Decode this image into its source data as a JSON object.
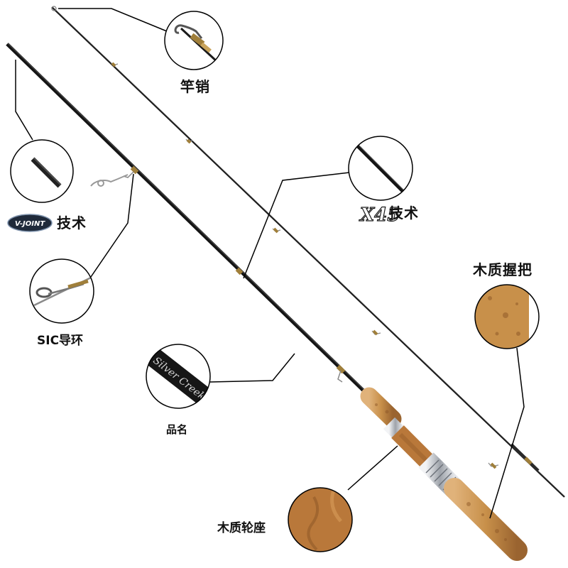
{
  "labels": {
    "rod_tip": "竿销",
    "vjoint_tech": "技术",
    "vjoint_logo": "V-JOINT",
    "x45_tech": "技术",
    "x45_logo": "X45",
    "sic_guide": "SIC导环",
    "product_name": "品名",
    "product_script": "Silver Creek",
    "wood_reel_seat": "木质轮座",
    "wood_grip": "木质握把"
  },
  "colors": {
    "blank": "#1a1a1a",
    "cork": "#c8904a",
    "cork_dark": "#8a5424",
    "metal": "#b8bcc2",
    "gold": "#a07f3a",
    "callout": "#000000"
  }
}
